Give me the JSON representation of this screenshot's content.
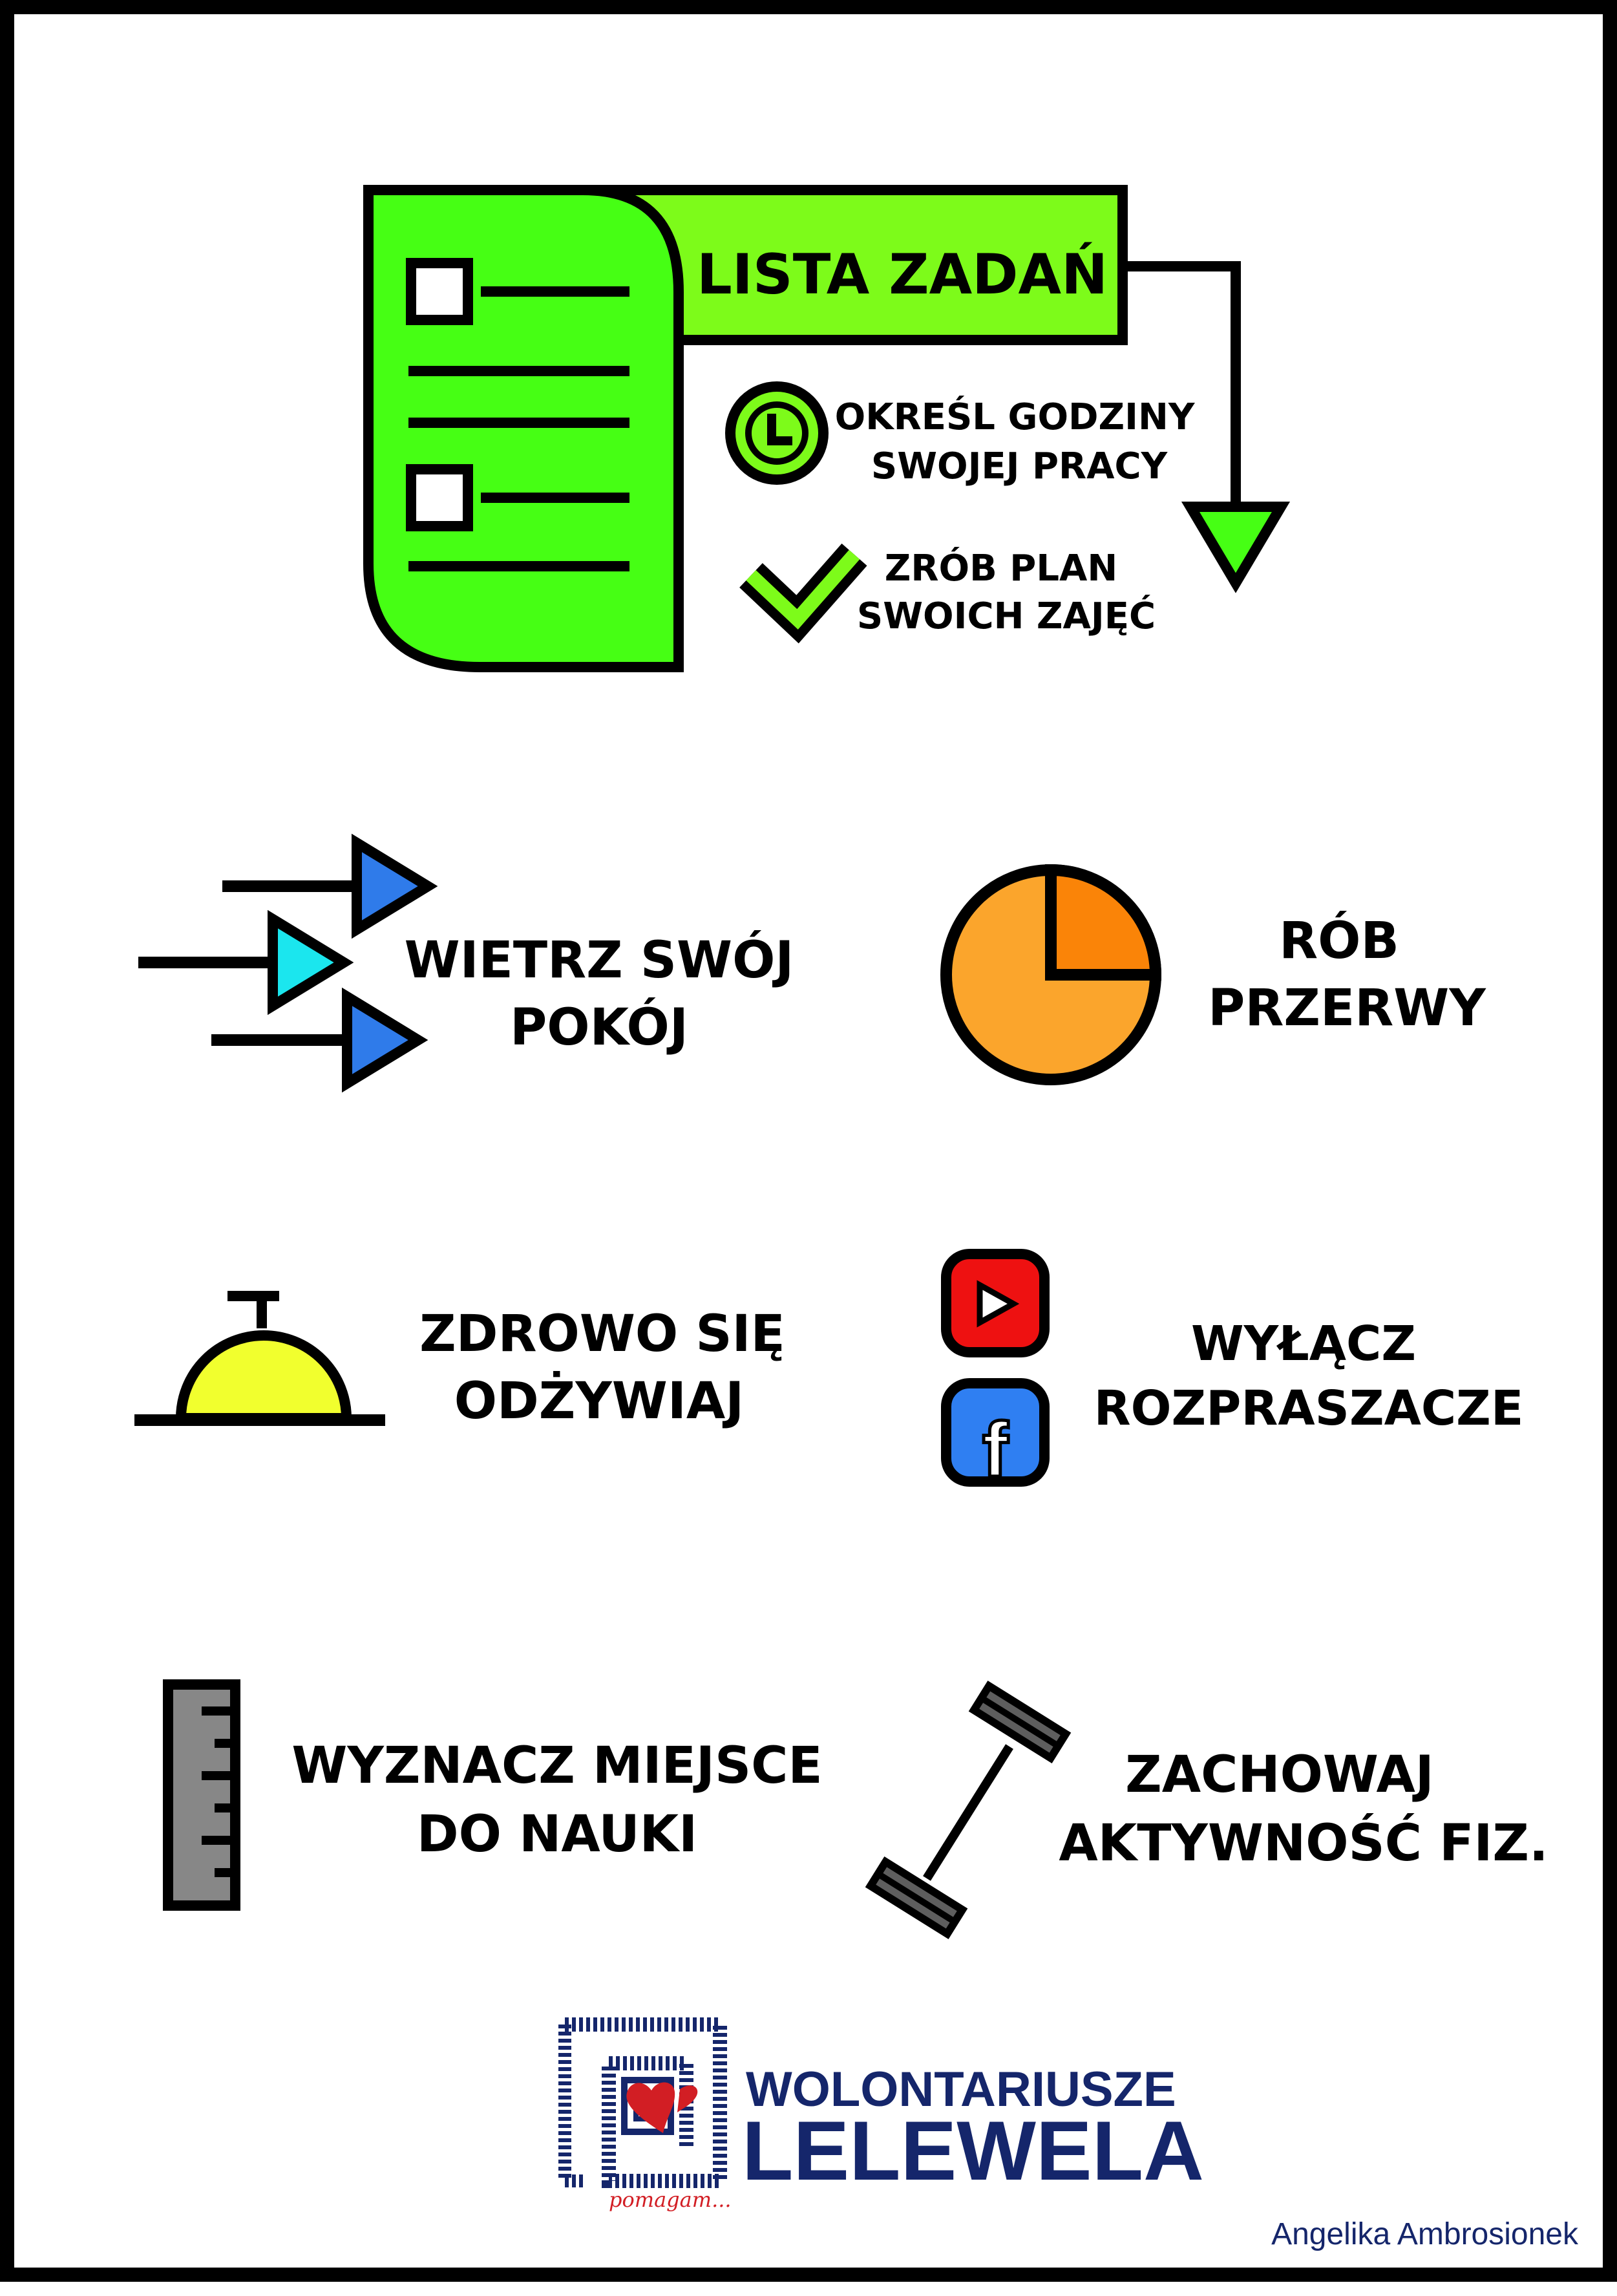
{
  "colors": {
    "list_green": "#46ff14",
    "banner_green": "#7dfb1a",
    "arrow_blue": "#2f7bea",
    "arrow_cyan": "#1be6ee",
    "pie_light": "#fba52c",
    "pie_dark": "#fa8408",
    "dome_yellow": "#f1ff2e",
    "youtube_red": "#ee1111",
    "facebook_blue": "#2f7ff2",
    "ruler_gray": "#878787",
    "brand_navy": "#15266b",
    "heart_red": "#d21e24"
  },
  "todo": {
    "title": "LISTA ZADAŃ",
    "items": [
      {
        "icon": "clock-icon",
        "line1": "OKREŚL GODZINY",
        "line2": "SWOJEJ PRACY"
      },
      {
        "icon": "checkmark-icon",
        "line1": "ZRÓB PLAN",
        "line2": "SWOICH ZAJĘĆ"
      }
    ]
  },
  "tips": [
    {
      "id": "air",
      "icon": "wind-arrows-icon",
      "line1": "WIETRZ SWÓJ",
      "line2": "POKÓJ"
    },
    {
      "id": "breaks",
      "icon": "pie-clock-icon",
      "line1": "RÓB",
      "line2": "PRZERWY"
    },
    {
      "id": "food",
      "icon": "food-cloche-icon",
      "line1": "ZDROWO SIĘ",
      "line2": "ODŻYWIAJ"
    },
    {
      "id": "distractions",
      "icon": "social-media-icons",
      "line1": "WYŁĄCZ",
      "line2": "ROZPRASZACZE"
    },
    {
      "id": "place",
      "icon": "ruler-icon",
      "line1": "WYZNACZ MIEJSCE",
      "line2": "DO NAUKI"
    },
    {
      "id": "activity",
      "icon": "barbell-icon",
      "line1": "ZACHOWAJ",
      "line2": "AKTYWNOŚĆ FIZ."
    }
  ],
  "logo": {
    "line1": "WOLONTARIUSZE",
    "line2": "LELEWELA",
    "slogan": "pomagam..."
  },
  "author": "Angelika Ambrosionek",
  "social": {
    "facebook_letter": "f"
  }
}
